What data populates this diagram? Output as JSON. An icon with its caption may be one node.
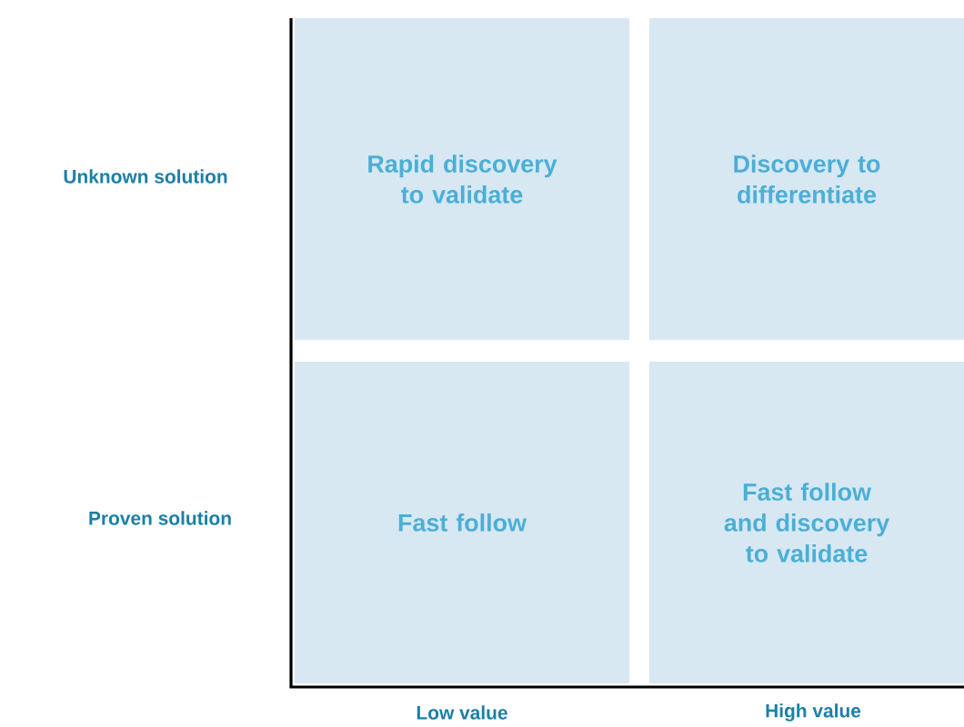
{
  "diagram": {
    "nodes": [
      {
        "text": [
          "Rapid discovery to validate"
        ]
      },
      {
        "text": [
          "Discovery to differentiate"
        ]
      },
      {
        "text": [
          "Fast follow"
        ]
      },
      {
        "text": [
          "Fast follow and discovery to validate"
        ]
      }
    ],
    "labels": [
      "Unknown solution",
      "Proven solution",
      "Low value",
      "High value"
    ]
  }
}
